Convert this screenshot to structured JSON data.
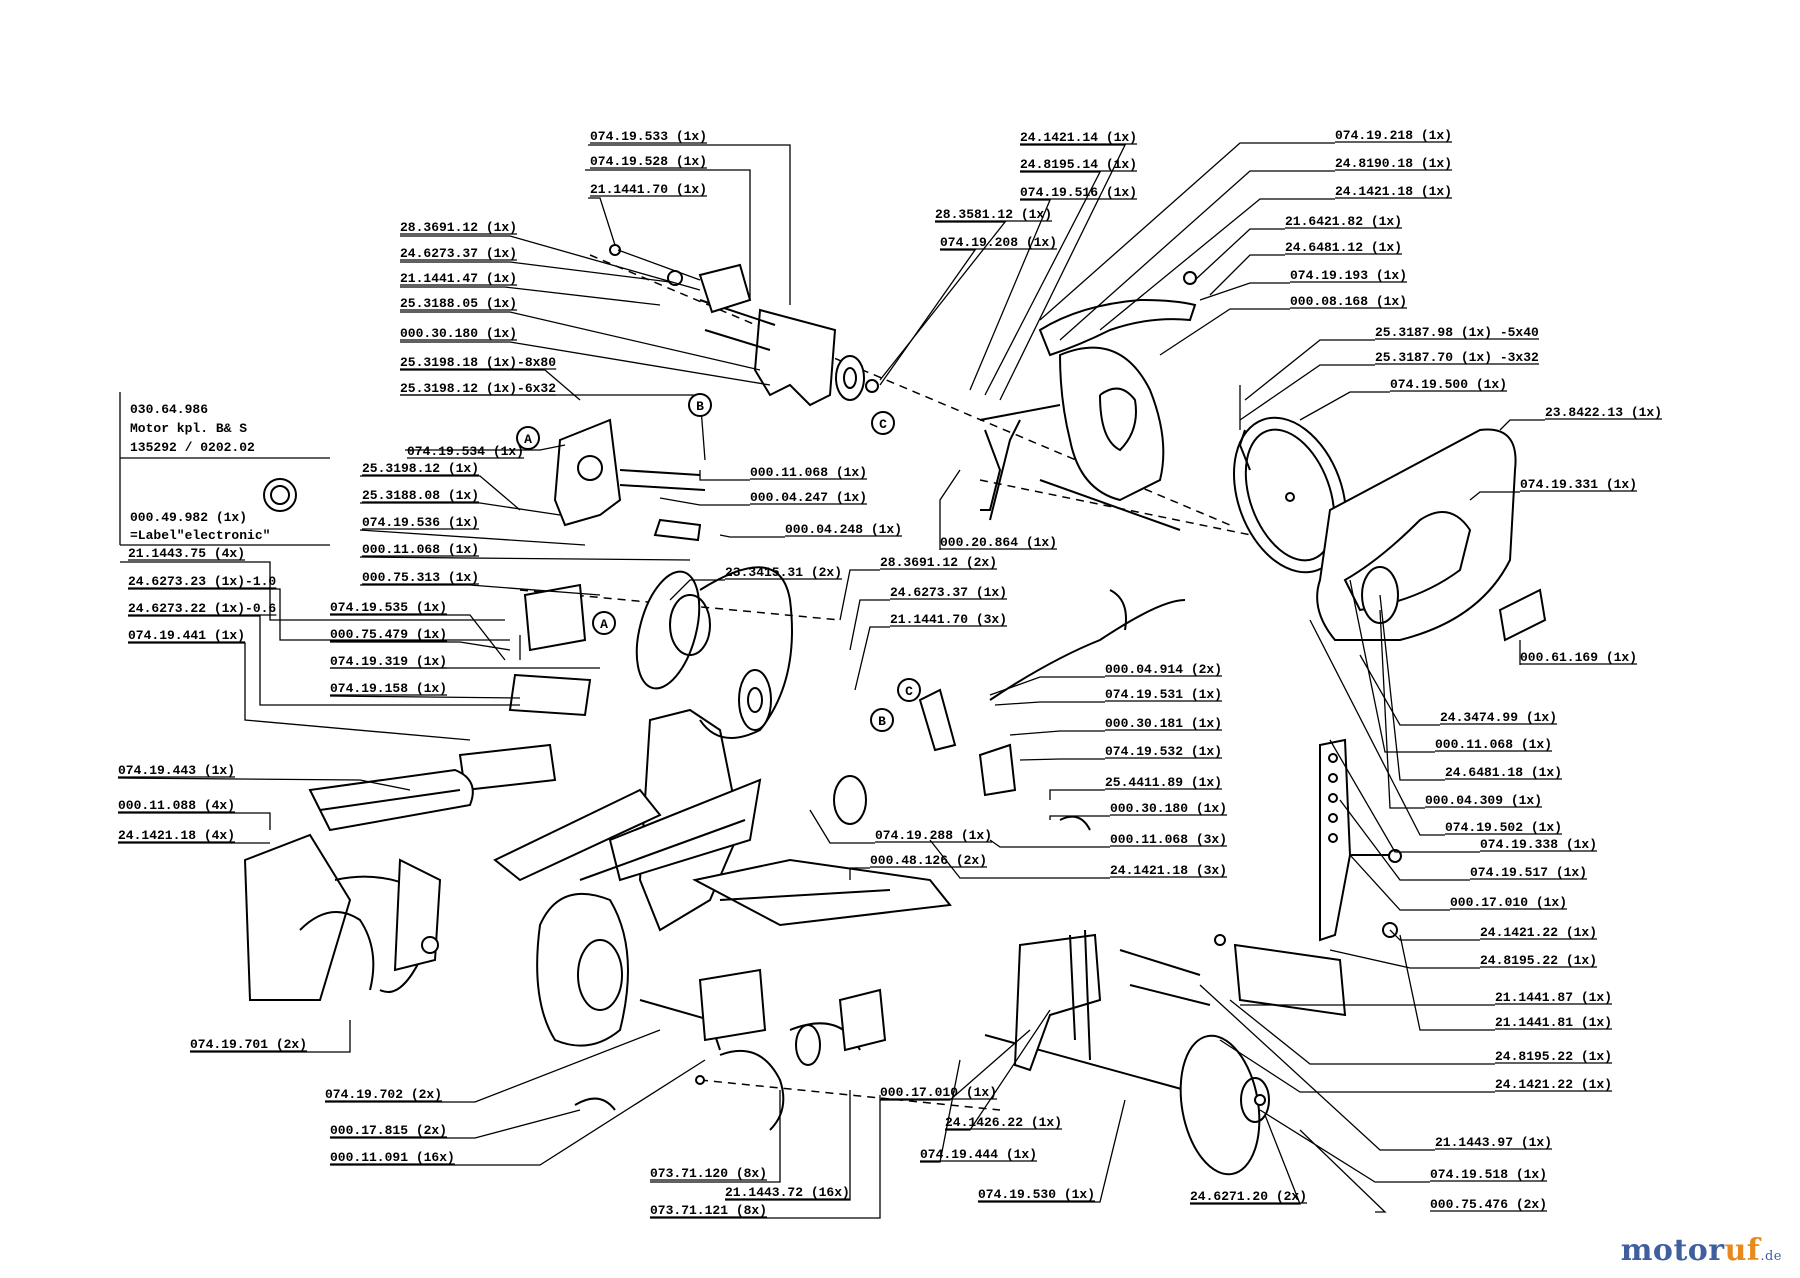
{
  "motor_box": {
    "line1": "030.64.986",
    "line2": "Motor kpl. B& S",
    "line3": "135292 / 0202.02"
  },
  "label_box": {
    "line1": "000.49.982 (1x)",
    "line2": "=Label\"electronic\""
  },
  "markers": [
    "A",
    "B",
    "C"
  ],
  "callouts": [
    {
      "text": "074.19.533 (1x)"
    },
    {
      "text": "074.19.528 (1x)"
    },
    {
      "text": "21.1441.70 (1x)"
    },
    {
      "text": "28.3691.12 (1x)"
    },
    {
      "text": "24.6273.37 (1x)"
    },
    {
      "text": "21.1441.47 (1x)"
    },
    {
      "text": "25.3188.05 (1x)"
    },
    {
      "text": "000.30.180 (1x)"
    },
    {
      "text": "25.3198.18 (1x)-8x80"
    },
    {
      "text": "25.3198.12 (1x)-6x32"
    },
    {
      "text": "074.19.534 (1x)"
    },
    {
      "text": "25.3198.12 (1x)"
    },
    {
      "text": "25.3188.08 (1x)"
    },
    {
      "text": "074.19.536 (1x)"
    },
    {
      "text": "000.11.068 (1x)"
    },
    {
      "text": "000.75.313 (1x)"
    },
    {
      "text": "21.1443.75 (4x)"
    },
    {
      "text": "24.6273.23 (1x)-1.0"
    },
    {
      "text": "24.6273.22 (1x)-0.6"
    },
    {
      "text": "074.19.441 (1x)"
    },
    {
      "text": "074.19.535 (1x)"
    },
    {
      "text": "000.75.479 (1x)"
    },
    {
      "text": "074.19.319 (1x)"
    },
    {
      "text": "074.19.158 (1x)"
    },
    {
      "text": "074.19.443 (1x)"
    },
    {
      "text": "000.11.088 (4x)"
    },
    {
      "text": "24.1421.18 (4x)"
    },
    {
      "text": "074.19.701 (2x)"
    },
    {
      "text": "074.19.702 (2x)"
    },
    {
      "text": "000.17.815 (2x)"
    },
    {
      "text": "000.11.091 (16x)"
    },
    {
      "text": "073.71.120 (8x)"
    },
    {
      "text": "21.1443.72 (16x)"
    },
    {
      "text": "073.71.121 (8x)"
    },
    {
      "text": "074.19.444 (1x)"
    },
    {
      "text": "074.19.530 (1x)"
    },
    {
      "text": "24.6271.20 (2x)"
    },
    {
      "text": "000.75.476 (2x)"
    },
    {
      "text": "074.19.518 (1x)"
    },
    {
      "text": "21.1443.97 (1x)"
    },
    {
      "text": "24.1421.22 (1x)"
    },
    {
      "text": "24.8195.22 (1x)"
    },
    {
      "text": "21.1441.81 (1x)"
    },
    {
      "text": "21.1441.87 (1x)"
    },
    {
      "text": "24.8195.22 (1x)"
    },
    {
      "text": "24.1421.22 (1x)"
    },
    {
      "text": "000.17.010 (1x)"
    },
    {
      "text": "074.19.517 (1x)"
    },
    {
      "text": "074.19.338 (1x)"
    },
    {
      "text": "074.19.502 (1x)"
    },
    {
      "text": "000.04.309 (1x)"
    },
    {
      "text": "24.6481.18 (1x)"
    },
    {
      "text": "000.11.068 (1x)"
    },
    {
      "text": "24.3474.99 (1x)"
    },
    {
      "text": "000.61.169 (1x)"
    },
    {
      "text": "074.19.331 (1x)"
    },
    {
      "text": "23.8422.13 (1x)"
    },
    {
      "text": "074.19.500 (1x)"
    },
    {
      "text": "25.3187.70 (1x) -3x32"
    },
    {
      "text": "25.3187.98 (1x) -5x40"
    },
    {
      "text": "000.08.168 (1x)"
    },
    {
      "text": "074.19.193 (1x)"
    },
    {
      "text": "24.6481.12 (1x)"
    },
    {
      "text": "21.6421.82 (1x)"
    },
    {
      "text": "24.1421.18 (1x)"
    },
    {
      "text": "24.8190.18 (1x)"
    },
    {
      "text": "074.19.218 (1x)"
    },
    {
      "text": "24.1421.14 (1x)"
    },
    {
      "text": "24.8195.14 (1x)"
    },
    {
      "text": "074.19.516 (1x)"
    },
    {
      "text": "28.3581.12 (1x)"
    },
    {
      "text": "074.19.208 (1x)"
    },
    {
      "text": "000.20.864 (1x)"
    },
    {
      "text": "000.11.068 (1x)"
    },
    {
      "text": "000.04.247 (1x)"
    },
    {
      "text": "000.04.248 (1x)"
    },
    {
      "text": "23.3415.31 (2x)"
    },
    {
      "text": "28.3691.12 (2x)"
    },
    {
      "text": "24.6273.37 (1x)"
    },
    {
      "text": "21.1441.70 (3x)"
    },
    {
      "text": "000.04.914 (2x)"
    },
    {
      "text": "074.19.531 (1x)"
    },
    {
      "text": "000.30.181 (1x)"
    },
    {
      "text": "074.19.532 (1x)"
    },
    {
      "text": "25.4411.89 (1x)"
    },
    {
      "text": "000.30.180 (1x)"
    },
    {
      "text": "000.11.068 (3x)"
    },
    {
      "text": "24.1421.18 (3x)"
    },
    {
      "text": "074.19.288 (1x)"
    },
    {
      "text": "000.48.126 (2x)"
    },
    {
      "text": "000.17.010 (1x)"
    },
    {
      "text": "24.1426.22 (1x)"
    }
  ],
  "watermark": {
    "part1": "motor",
    "part2": "uf",
    "tld": ".de"
  }
}
